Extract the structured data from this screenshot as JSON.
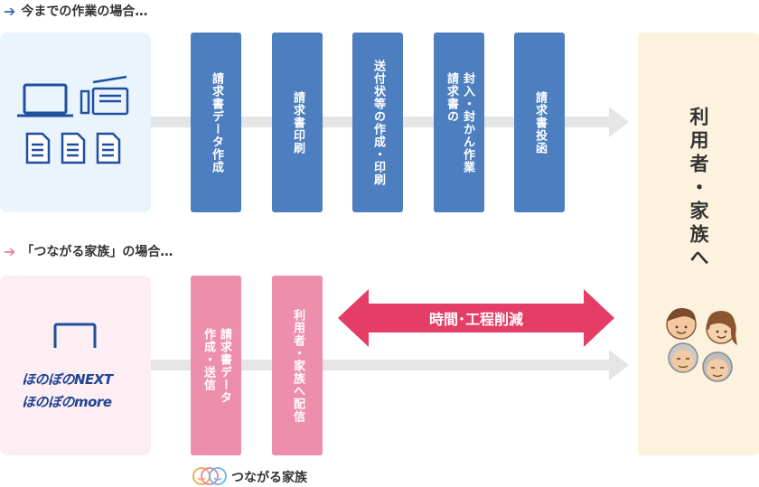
{
  "current": {
    "label": "今までの作業の場合…",
    "steps": [
      "請求書データ作成",
      "請求書印刷",
      "送付状等の作成・印刷",
      "封入・封かん作業\n請求書の",
      "請求書投函"
    ]
  },
  "tsunagaru": {
    "label": "「つながる家族」の場合…",
    "steps": [
      "請求書データ\n作成・送信",
      "利用者・家族へ配信"
    ],
    "reduction_label": "時間･工程削減",
    "brands": [
      "ほのぼのNEXT",
      "ほのぼのmore"
    ],
    "logo_text": "つながる家族"
  },
  "destination": {
    "label": "利用者・家族へ"
  },
  "colors": {
    "blue_step": "#4c7ec0",
    "pink_step": "#ee8ead",
    "reduction_arrow": "#e43d66",
    "blue_arrow": "#3b6fb6",
    "pink_arrow": "#ec7fa5",
    "light_blue_panel": "#eaf4fd",
    "light_pink_panel": "#fdeef3",
    "beige_panel": "#fcf2dd",
    "flow_gray": "#e5e5e5"
  }
}
